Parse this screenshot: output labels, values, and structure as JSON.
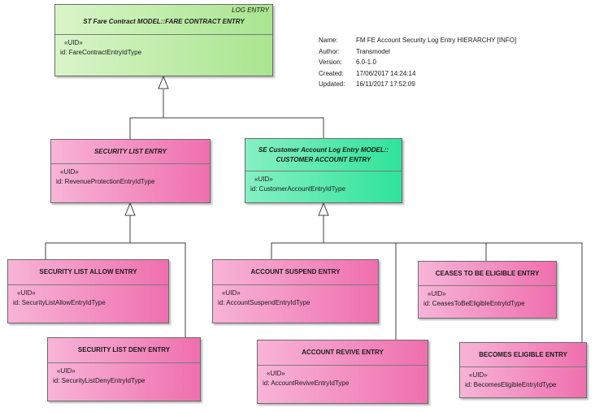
{
  "diagram_info": [
    {
      "key": "Name:",
      "value": "FM FE Account Security Log Entry HIERARCHY [INFO]"
    },
    {
      "key": "Author:",
      "value": "Transmodel"
    },
    {
      "key": "Version:",
      "value": "6.0-1.0"
    },
    {
      "key": "Created:",
      "value": "17/06/2017 14:24:14"
    },
    {
      "key": "Updated:",
      "value": "16/11/2017 17:52:09"
    }
  ],
  "classes": {
    "fare_contract_entry": {
      "stereotype_top": "LOG ENTRY",
      "title": "ST Fare Contract MODEL::FARE CONTRACT ENTRY",
      "stereotype": "«UID»",
      "attribute": "id: FareContractEntryIdType"
    },
    "security_list_entry": {
      "title": "SECURITY LIST ENTRY",
      "stereotype": "«UID»",
      "attribute": "id: RevenueProtectionEntryIdType"
    },
    "customer_account_entry": {
      "title_line1": "SE Customer Account Log Entry MODEL::",
      "title_line2": "CUSTOMER ACCOUNT ENTRY",
      "stereotype": "«UID»",
      "attribute": "id: CustomerAccountEntryIdType"
    },
    "security_list_allow_entry": {
      "title": "SECURITY LIST ALLOW ENTRY",
      "stereotype": "«UID»",
      "attribute": "id: SecurityListAllowEntryIdType"
    },
    "security_list_deny_entry": {
      "title": "SECURITY LIST DENY ENTRY",
      "stereotype": "«UID»",
      "attribute": "id: SecurityListDenyEntryIdType"
    },
    "account_suspend_entry": {
      "title": "ACCOUNT SUSPEND ENTRY",
      "stereotype": "«UID»",
      "attribute": "id: AccountSuspendEntryIdType"
    },
    "account_revive_entry": {
      "title": "ACCOUNT REVIVE ENTRY",
      "stereotype": "«UID»",
      "attribute": "id: AccountReviveEntryIdType"
    },
    "ceases_to_be_eligible_entry": {
      "title": "CEASES TO BE ELIGIBLE ENTRY",
      "stereotype": "«UID»",
      "attribute": "id: CeasesToBeEligibleEntryIdType"
    },
    "becomes_eligible_entry": {
      "title": "BECOMES ELIGIBLE ENTRY",
      "stereotype": "«UID»",
      "attribute": "id: BecomesEligibleEntryIdType"
    }
  },
  "colors": {
    "abstract_green": "#b8eaa0",
    "external_teal": "#4ee8a8",
    "entry_pink": "#f48ec2",
    "line": "#404040"
  }
}
